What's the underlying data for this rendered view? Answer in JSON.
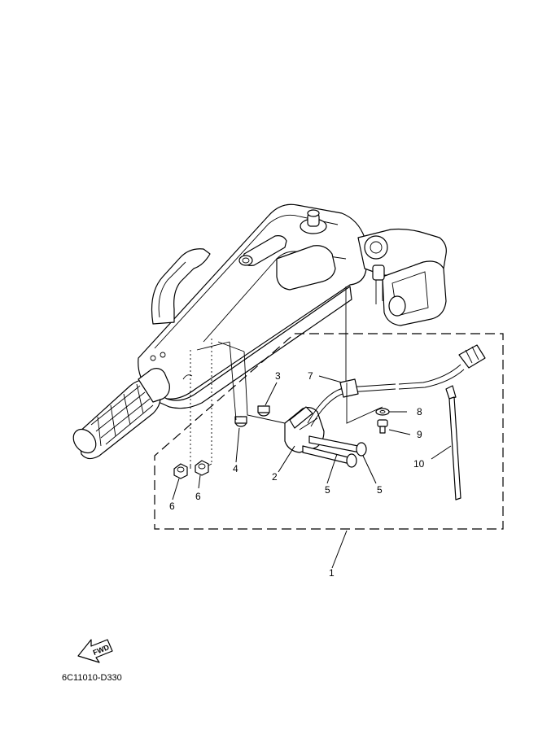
{
  "callouts": {
    "c1": "1",
    "c2": "2",
    "c3": "3",
    "c4": "4",
    "c5a": "5",
    "c5b": "5",
    "c6a": "6",
    "c6b": "6",
    "c7": "7",
    "c8": "8",
    "c9": "9",
    "c10": "10"
  },
  "fwd_label": "FWD",
  "drawing_code": "6C11010-D330"
}
